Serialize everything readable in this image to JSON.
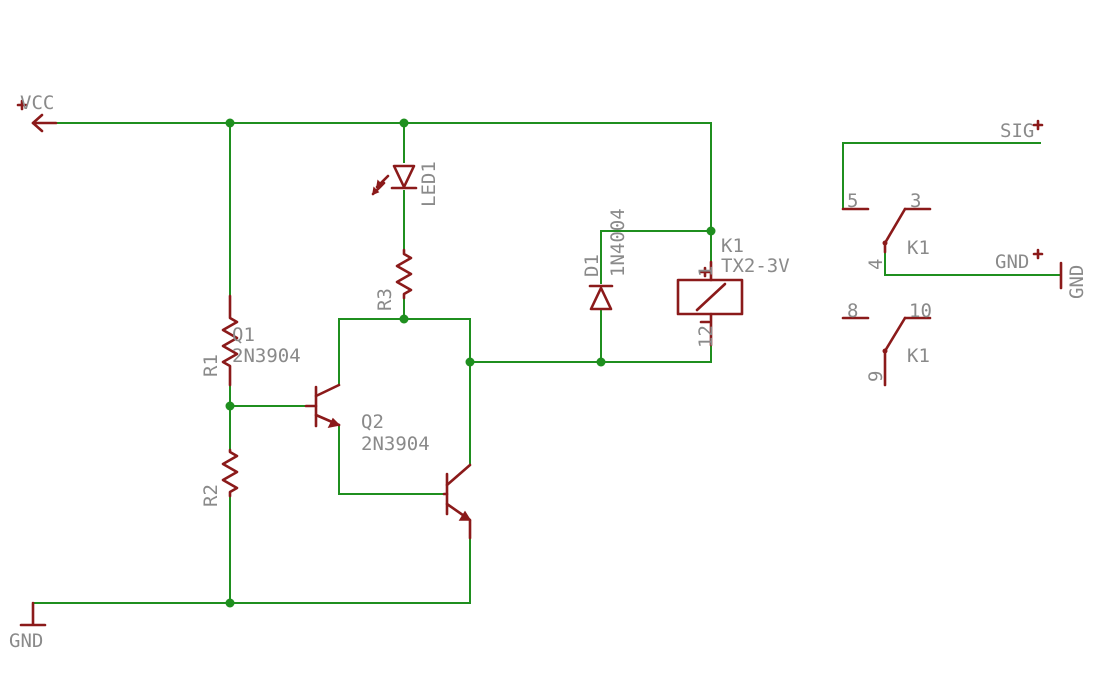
{
  "colors": {
    "wire": "#1f8f1f",
    "symbol": "#8b1a1a",
    "label": "#8a8a8a",
    "background": "#ffffff"
  },
  "power": {
    "vcc": "VCC",
    "gnd_left": "GND",
    "gnd_right": "GND",
    "gnd_relay": "GND",
    "sig": "SIG"
  },
  "components": {
    "r1": "R1",
    "r2": "R2",
    "r3": "R3",
    "led1": "LED1",
    "q1_name": "Q1",
    "q1_value": "2N3904",
    "q2_name": "Q2",
    "q2_value": "2N3904",
    "d1_name": "D1",
    "d1_value": "1N4004",
    "k1_name": "K1",
    "k1_value": "TX2-3V",
    "k1_contact1": "K1",
    "k1_contact2": "K1"
  },
  "pins": {
    "p1": "1",
    "p12": "12",
    "p3": "3",
    "p4": "4",
    "p5": "5",
    "p8": "8",
    "p9": "9",
    "p10": "10"
  }
}
